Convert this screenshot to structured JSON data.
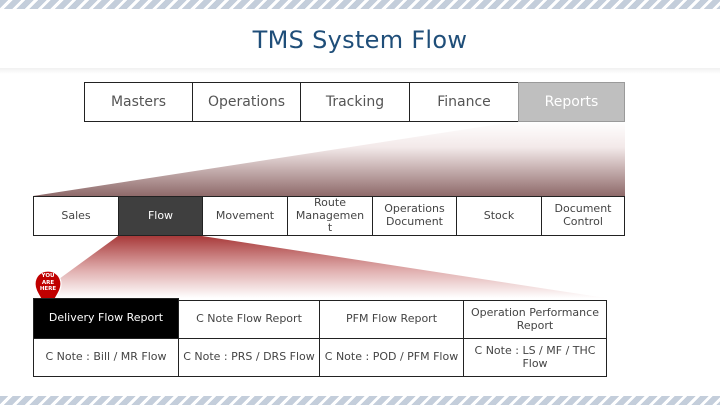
{
  "title": "TMS System Flow",
  "tabs": [
    {
      "label": "Masters"
    },
    {
      "label": "Operations"
    },
    {
      "label": "Tracking"
    },
    {
      "label": "Finance"
    },
    {
      "label": "Reports",
      "active": true
    }
  ],
  "submenu": [
    {
      "label": "Sales"
    },
    {
      "label": "Flow",
      "active": true
    },
    {
      "label": "Movement"
    },
    {
      "label": "Route Managemen t"
    },
    {
      "label": "Operations Document"
    },
    {
      "label": "Stock"
    },
    {
      "label": "Document Control"
    }
  ],
  "marker": {
    "line1": "YOU",
    "line2": "ARE",
    "line3": "HERE"
  },
  "reports": {
    "row1": [
      {
        "label": "Delivery Flow Report",
        "active": true
      },
      {
        "label": "C Note Flow Report"
      },
      {
        "label": "PFM Flow Report"
      },
      {
        "label": "Operation Performance Report"
      }
    ],
    "row2": [
      {
        "label": "C Note : Bill / MR Flow"
      },
      {
        "label": "C Note : PRS / DRS Flow"
      },
      {
        "label": "C Note : POD / PFM Flow"
      },
      {
        "label": "C Note : LS / MF / THC Flow"
      }
    ]
  },
  "colors": {
    "title": "#1f4e79",
    "active_tab": "#bfbfbf",
    "active_submenu": "#3f3f3f",
    "active_report": "#000000",
    "marker": "#c00000"
  }
}
